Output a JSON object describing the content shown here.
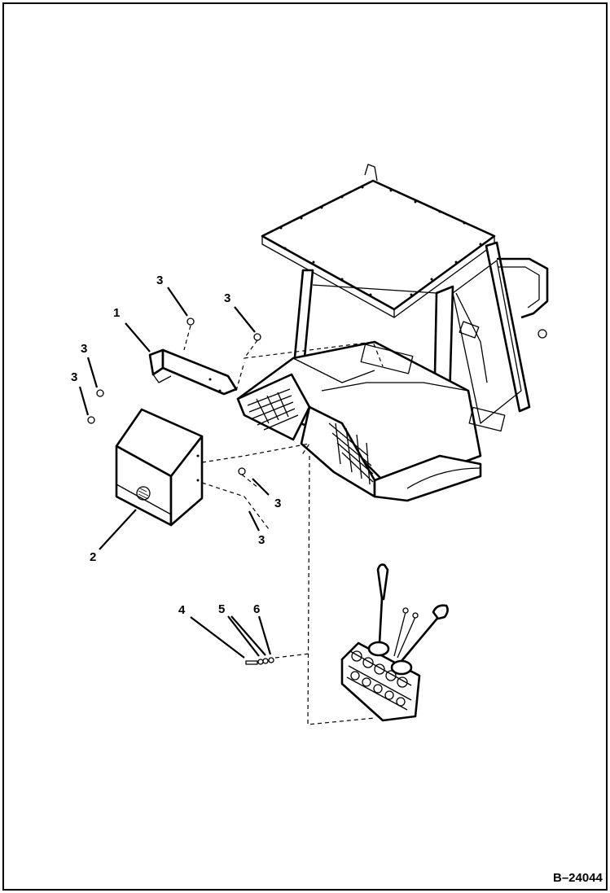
{
  "callouts": {
    "c1": "1",
    "c2": "2",
    "c3a": "3",
    "c3b": "3",
    "c3c": "3",
    "c3d": "3",
    "c3e": "3",
    "c3f": "3",
    "c4": "4",
    "c5": "5",
    "c6": "6"
  },
  "drawing_number": "B–24044"
}
